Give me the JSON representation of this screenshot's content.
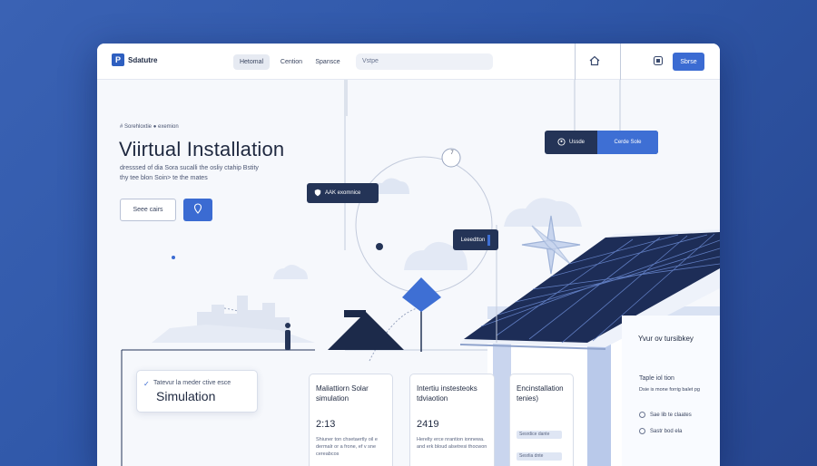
{
  "colors": {
    "accent": "#3b6bd2",
    "dark": "#243457",
    "background": "#2f57a8",
    "panel": "#f6f8fc"
  },
  "header": {
    "logo_mark": "P",
    "logo_text": "Sdatutre",
    "tabs": [
      "Hetomal",
      "Cention",
      "Spansce"
    ],
    "search_placeholder": "Vstpe",
    "cta_label": "Sbrse",
    "icons": [
      "home-icon",
      "bookmark-icon"
    ]
  },
  "hero": {
    "eyebrow": "# Sorehloxtie ● exemion",
    "title": "Viirtual Installation",
    "subtitle_line1": "dresssed of dia Sora sucalli the osliy ctahip Bstity",
    "subtitle_line2": "thy tee blon Soin> te the mates",
    "button_label": "Seee cairs"
  },
  "callouts": {
    "top_left": "Ussde",
    "top_right": "Cerde Sole",
    "mid": "AAK exomnice",
    "house": "Leeedtton",
    "clock": "7"
  },
  "simulation": {
    "label": "Tatevur la meder ctive esce",
    "title": "Simulation"
  },
  "features": [
    {
      "title": "Maliattiorn Solar simulation",
      "number": "2:13",
      "desc": "Shiuner ton chsetaertly oil e dermalr or a frone, ef v sne cereabcos"
    },
    {
      "title": "Intertiu instesteoks tdviaotion",
      "number": "2419",
      "desc": "Herelty erce nrantion ionnewa. and erk bloud alsetresi thocwon"
    },
    {
      "title": "Encinstallation tenies)",
      "number": "",
      "desc": "",
      "tags": [
        "Sesrdice dante",
        "Sesrlia dnte"
      ]
    }
  ],
  "right_panel": {
    "title": "Yvur ov tursibkey",
    "sub": "Taple iol tion",
    "sub2": "Dsie is mone forrig balet pg",
    "options": [
      "Sae lib te claates",
      "Sastr bod ela"
    ]
  }
}
